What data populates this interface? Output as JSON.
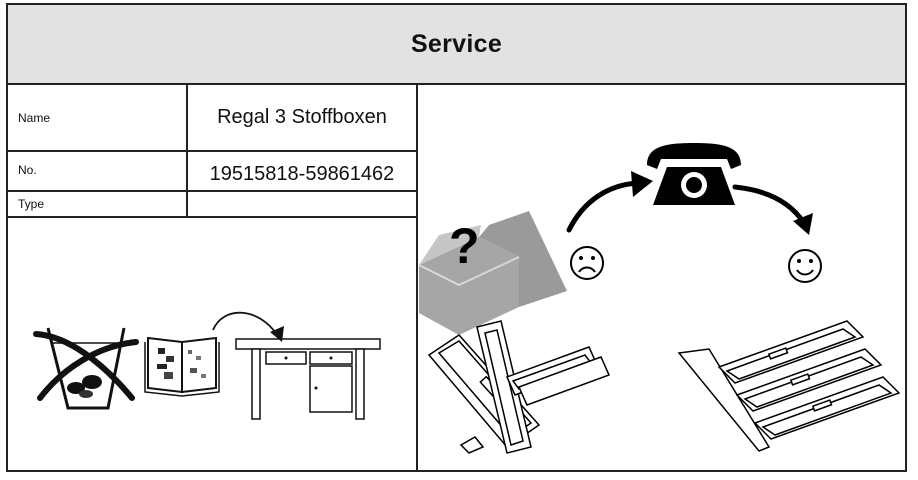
{
  "header": {
    "title": "Service"
  },
  "fields": {
    "name_label": "Name",
    "name_value": "Regal 3 Stoffboxen",
    "no_label": "No.",
    "no_value": "19515818-59861462",
    "type_label": "Type",
    "type_value": ""
  },
  "illustrations": {
    "question_mark": "?"
  },
  "icons": [
    "no-trash-icon",
    "manual-icon",
    "desk-drawer-icon",
    "telephone-icon",
    "sad-face-icon",
    "happy-face-icon",
    "open-box-icon",
    "parts-icon"
  ]
}
